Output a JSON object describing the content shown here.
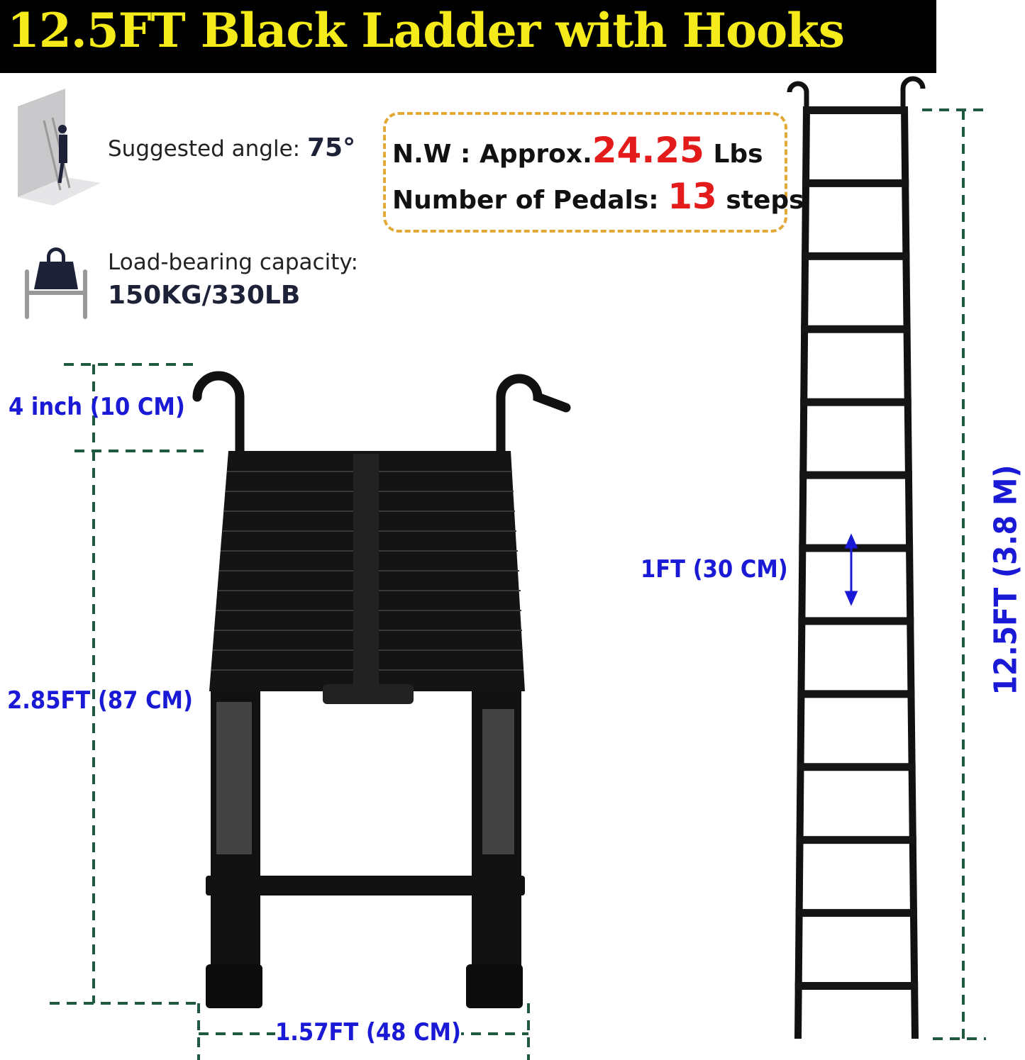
{
  "title": "12.5FT Black Ladder with Hooks",
  "specs": {
    "angle_label": "Suggested angle:",
    "angle_value": "75°",
    "load_label": "Load-bearing capacity:",
    "load_value": "150KG/330LB"
  },
  "info_box": {
    "weight_label": "N.W : Approx.",
    "weight_value": "24.25",
    "weight_unit": " Lbs",
    "pedals_label": "Number of Pedals: ",
    "pedals_value": "13",
    "pedals_unit": " steps"
  },
  "dimensions": {
    "hook": "4 inch (10 CM)",
    "collapsed_height": "2.85FT (87 CM)",
    "width": "1.57FT (48 CM)",
    "step_spacing": "1FT (30 CM)",
    "extended_height": "12.5FT (3.8 M)"
  },
  "colors": {
    "title_text": "#f5ea1a",
    "highlight": "#e31b1b",
    "dimension_text": "#1a1ad6",
    "dimension_line": "#1f5a40",
    "info_border": "#e3a936"
  }
}
